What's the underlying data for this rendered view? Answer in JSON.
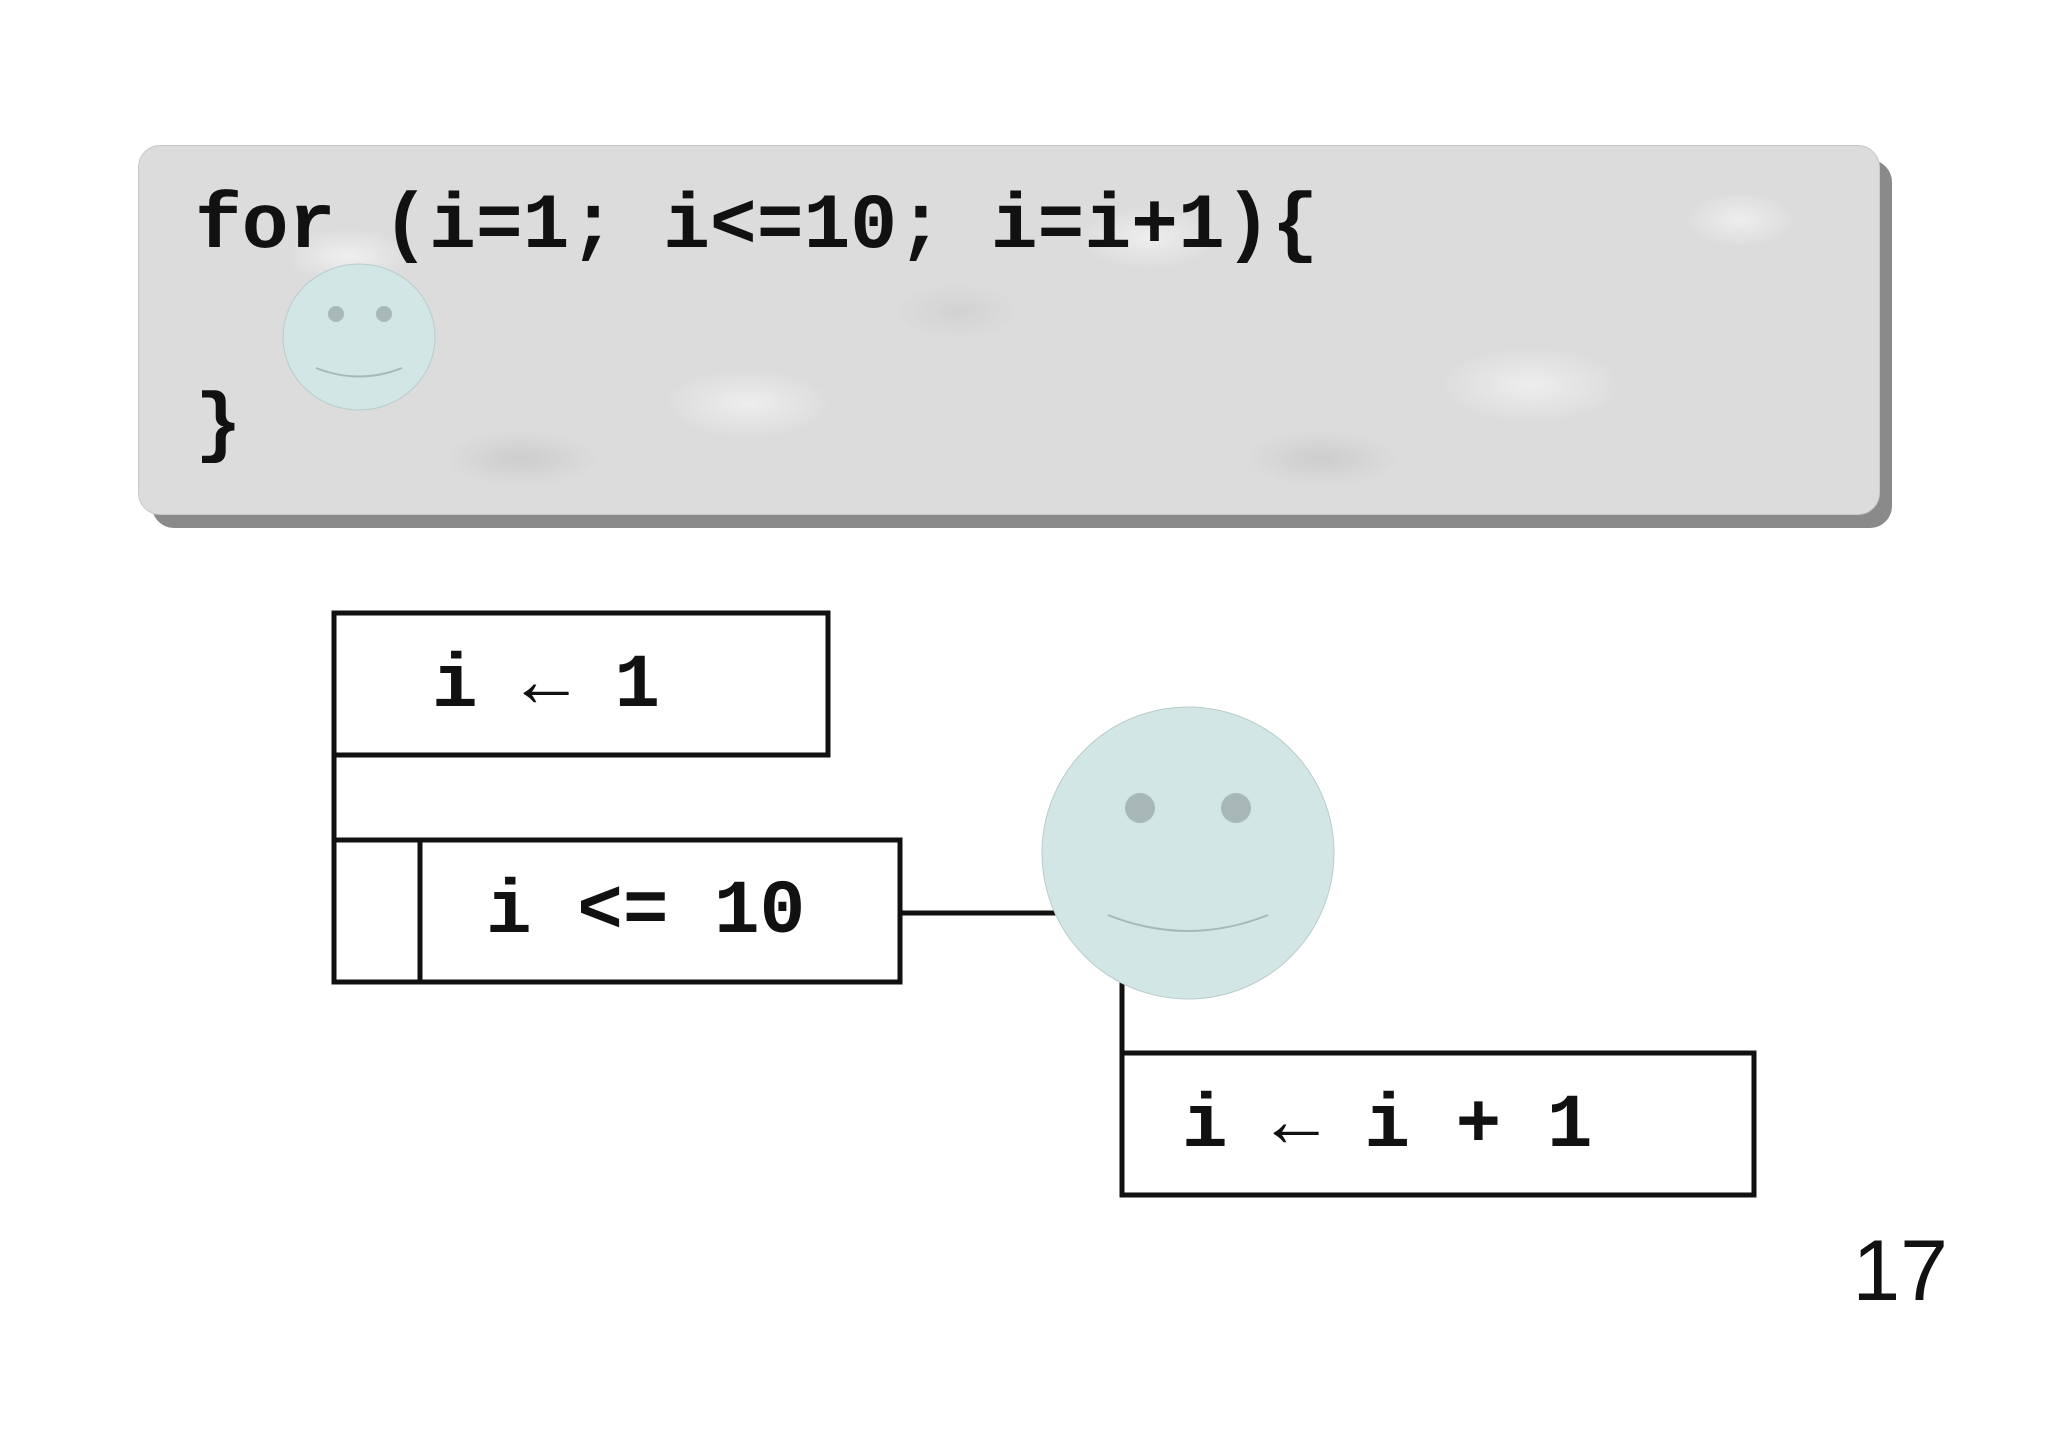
{
  "code_panel": {
    "line1": "for (i=1; i<=10; i=i+1){",
    "line2": "}"
  },
  "diagram": {
    "init_label": "i ← 1",
    "condition_label": "i <= 10",
    "update_label": "i ← i + 1"
  },
  "slide": {
    "page_number": "17"
  },
  "colors": {
    "panel_background": "#dcdcdc",
    "panel_shadow": "#8a8a8a",
    "smiley_face": "#d2e6e6",
    "smiley_eyes": "#a8b8b8",
    "text": "#111111"
  },
  "icons": [
    "smiley-face-icon"
  ]
}
